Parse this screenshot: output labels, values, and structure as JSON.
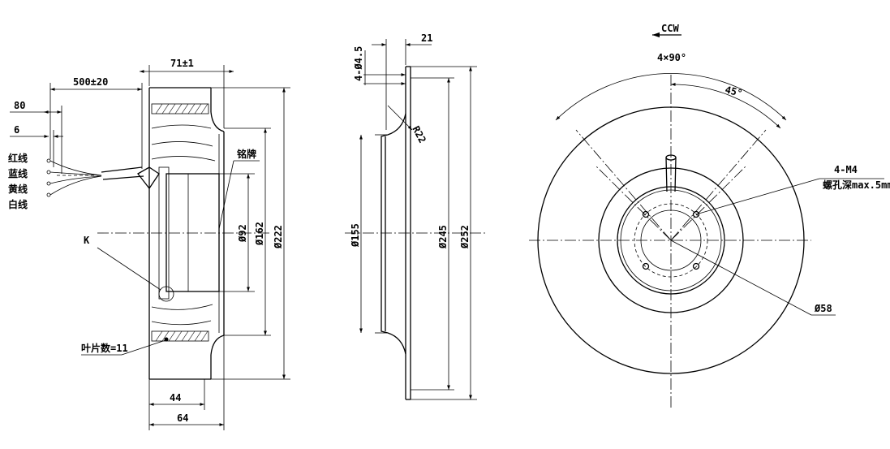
{
  "side_view": {
    "dims": {
      "width_71": "71±1",
      "cable_500": "500±20",
      "strip_80": "80",
      "strip_6": "6",
      "d92": "Ø92",
      "d162": "Ø162",
      "d222": "Ø222",
      "w44": "44",
      "w64": "64"
    },
    "wires": [
      "红线",
      "蓝线",
      "黄线",
      "白线"
    ],
    "labels": {
      "detail_k": "K",
      "nameplate": "铭牌",
      "blade_count": "叶片数=11"
    }
  },
  "section_view": {
    "dims": {
      "t21": "21",
      "holes": "4-Ø4.5",
      "radius": "R22",
      "d155": "Ø155",
      "d245": "Ø245",
      "d252": "Ø252"
    }
  },
  "front_view": {
    "rotation": "CCW",
    "angle_4x90": "4×90°",
    "angle_45": "45°",
    "thread": "4-M4",
    "thread_depth": "螺孔深max.5mm",
    "d58": "Ø58"
  }
}
